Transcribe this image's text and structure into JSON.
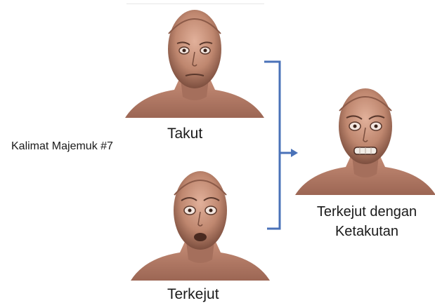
{
  "title": "Kalimat Majemuk #7",
  "faces": {
    "takut": {
      "label": "Takut"
    },
    "terkejut": {
      "label": "Terkejut"
    },
    "result": {
      "line1": "Terkejut dengan",
      "line2": "Ketakutan"
    }
  },
  "colors": {
    "bracket": "#4a72b8",
    "skin_light": "#d9a58e",
    "skin_mid": "#b9826b",
    "skin_dark": "#7a4e3e"
  }
}
